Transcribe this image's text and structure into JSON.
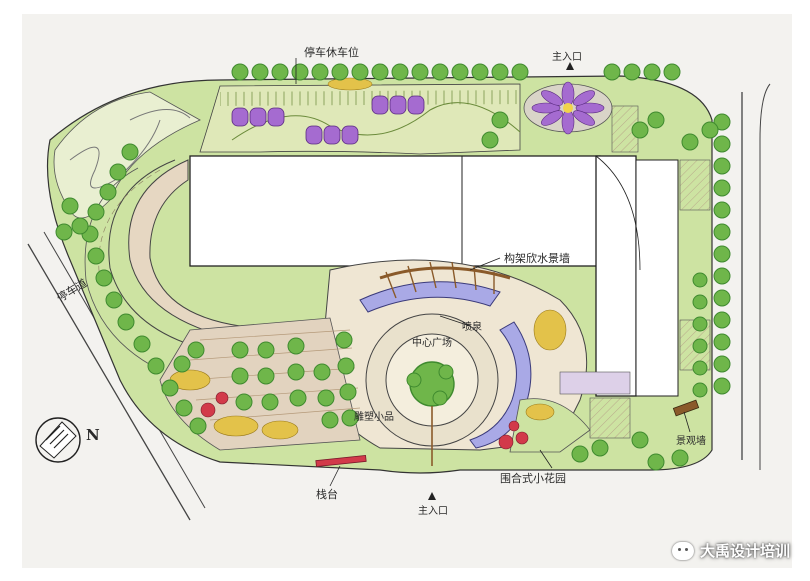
{
  "labels": {
    "parking_bay": "停车休车位",
    "main_entrance_top": "主入口",
    "driveway": "停车道",
    "compass_n": "N",
    "feature_frame": "构架欣水景墙",
    "fountain": "喷泉",
    "central_plaza": "中心广场",
    "sculpture": "雕塑小品",
    "landscape_wall": "景观墙",
    "stage": "栈台",
    "main_entrance_bottom": "主入口",
    "courtyard_garden": "围合式小花园"
  },
  "watermark": {
    "text": "大禹设计培训",
    "icon": "wechat-icon"
  },
  "colors": {
    "paper": "#f3f2ef",
    "lawn": "#cde3a2",
    "lawn_dark": "#9fc76a",
    "tree": "#6fb64a",
    "tree_dark": "#3f8a2f",
    "paving": "#e6d7c2",
    "water": "#a9a9e6",
    "flower_purple": "#a56bd0",
    "flower_red": "#d23a4a",
    "shrub_yellow": "#e3c24a",
    "ink": "#2a2a2a"
  }
}
